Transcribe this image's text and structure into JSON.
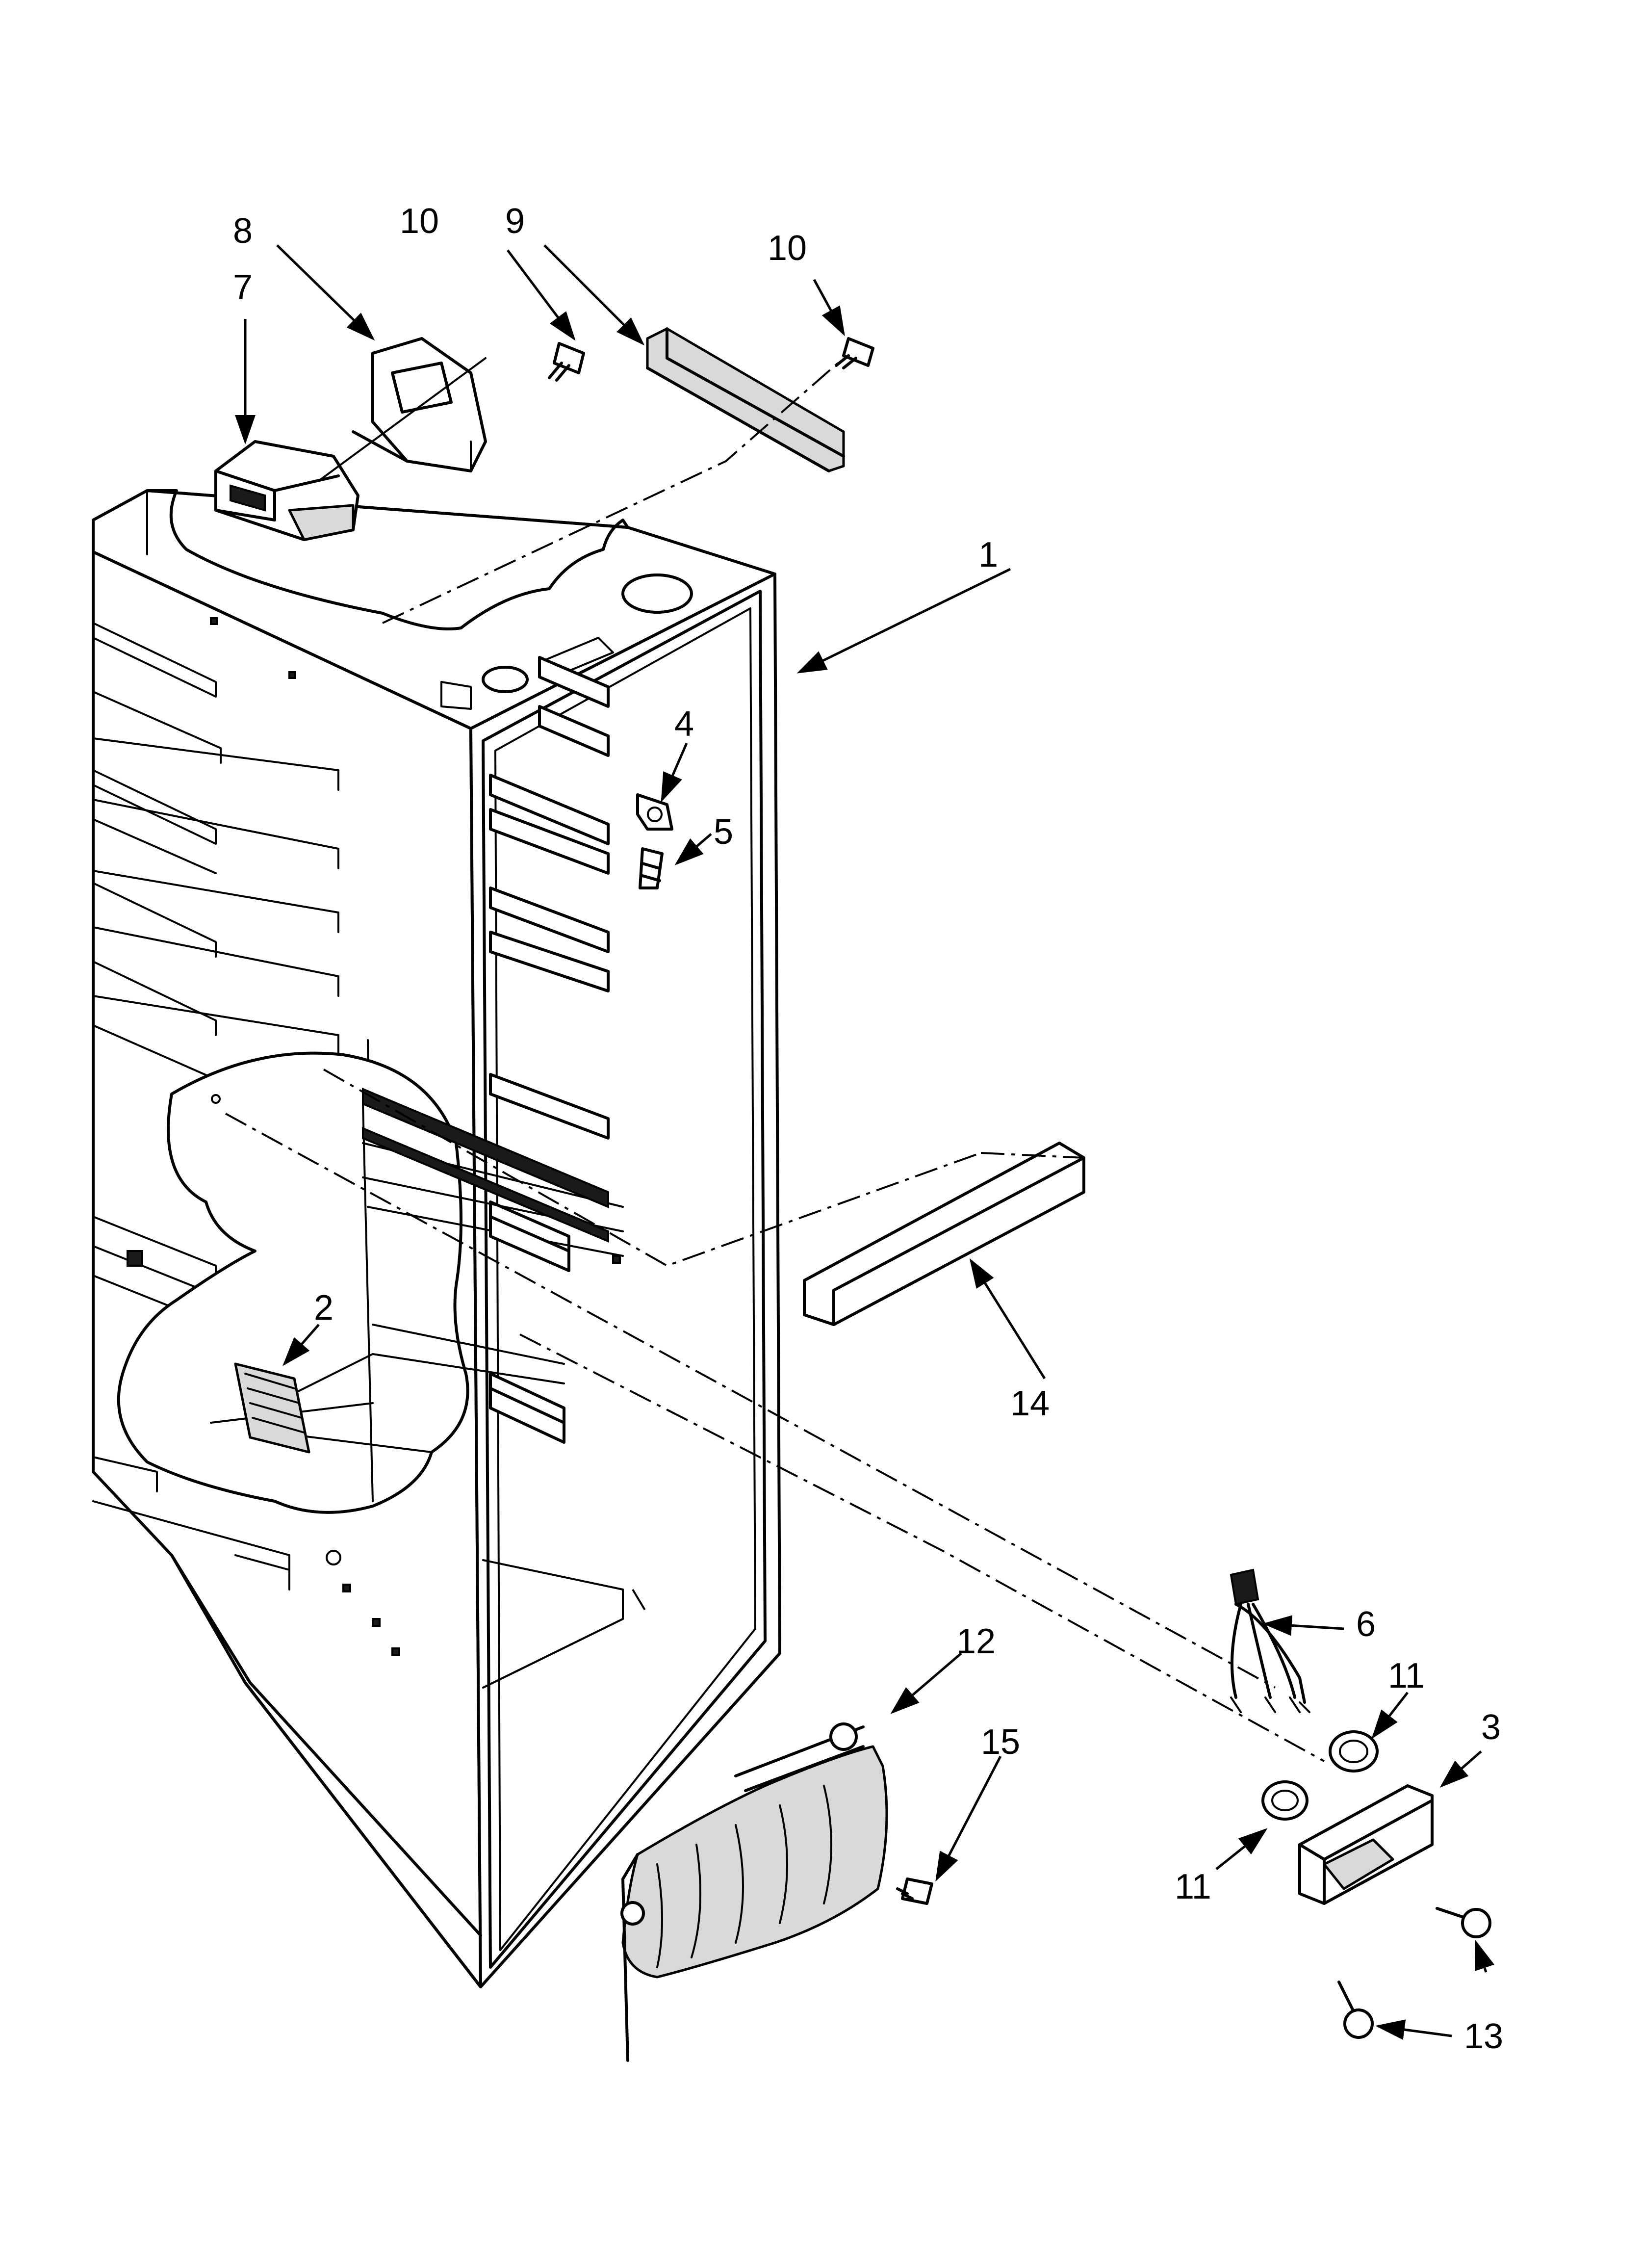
{
  "callouts": {
    "c1": "1",
    "c2": "2",
    "c3": "3",
    "c4": "4",
    "c5": "5",
    "c6": "6",
    "c7": "7",
    "c8": "8",
    "c9": "9",
    "c10a": "10",
    "c10b": "10",
    "c11a": "11",
    "c11b": "11",
    "c12": "12",
    "c13": "13",
    "c14": "14",
    "c15": "15"
  },
  "colors": {
    "line": "#000000",
    "background": "#ffffff",
    "part_shading": "#d9d9d9"
  }
}
